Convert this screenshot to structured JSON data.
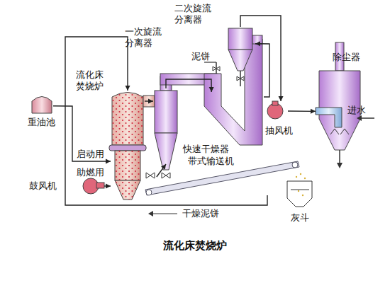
{
  "diagram": {
    "caption": "流化床焚烧炉",
    "nodes": [
      {
        "text": [
          "重油池"
        ]
      },
      {
        "text": [
          "流化床焚烧炉"
        ]
      },
      {
        "text": [
          "一次旋流分离器"
        ]
      },
      {
        "text": [
          "二次旋流分离器"
        ]
      },
      {
        "text": [
          "快速干燥器"
        ]
      },
      {
        "text": [
          "带式输送机"
        ]
      },
      {
        "text": [
          "抽风机"
        ]
      },
      {
        "text": [
          "除尘器"
        ]
      },
      {
        "text": [
          "鼓风机"
        ]
      },
      {
        "text": [
          "灰斗"
        ]
      }
    ],
    "edges": [
      {
        "from": 0,
        "to": 1,
        "arrow": "to"
      },
      {
        "from": 8,
        "to": 1,
        "arrow": "to"
      },
      {
        "from": 1,
        "to": 2,
        "arrow": "to"
      },
      {
        "from": 2,
        "to": 4,
        "arrow": "to"
      },
      {
        "from": 4,
        "to": 3,
        "arrow": "to"
      },
      {
        "from": 3,
        "to": 6,
        "arrow": "to"
      },
      {
        "from": 6,
        "to": 7,
        "arrow": "to"
      },
      {
        "from": 2,
        "to": 5,
        "arrow": "to"
      },
      {
        "from": 5,
        "to": 1,
        "label": "干燥泥饼",
        "arrow": "to"
      }
    ],
    "labels": [
      "泥饼",
      "进水",
      "启动用",
      "助燃用"
    ]
  }
}
